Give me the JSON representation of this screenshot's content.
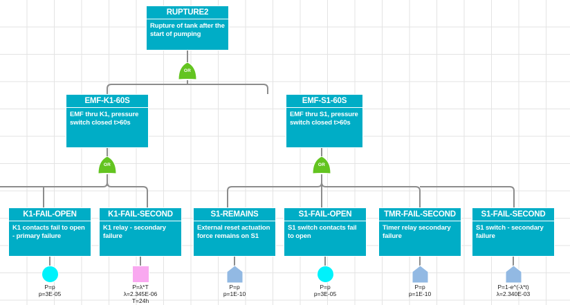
{
  "diagram": {
    "type": "fault-tree",
    "background": "#ffffff",
    "grid_color": "#e3e3e3",
    "node_color": "#00adc6",
    "gate_color": "#63c420",
    "line_color": "#8c8c8c"
  },
  "top_event": {
    "title": "RUPTURE2",
    "desc": "Rupture of tank after the start of pumping",
    "gate": "OR"
  },
  "intermediate_events": [
    {
      "title": "EMF-K1-60S",
      "desc": "EMF thru K1, pressure switch closed t>60s",
      "gate": "OR"
    },
    {
      "title": "EMF-S1-60S",
      "desc": "EMF thru S1, pressure switch closed t>60s",
      "gate": "OR"
    }
  ],
  "basic_events": [
    {
      "title": "K1-FAIL-OPEN",
      "desc": "K1 contacts fail to open - primary failure",
      "symbol": "circle",
      "symbol_color": "#00f2fb",
      "prob": "P=p\np=3E-05"
    },
    {
      "title": "K1-FAIL-SECOND",
      "desc": "K1 relay - secondary failure",
      "symbol": "square",
      "symbol_color": "#f9a8f0",
      "prob": "P=λ*T\nλ=2.345E-06\nT=24h"
    },
    {
      "title": "S1-REMAINS",
      "desc": "External reset actuation force remains on S1",
      "symbol": "house",
      "symbol_color": "#92b9e3",
      "prob": "P=p\np=1E-10"
    },
    {
      "title": "S1-FAIL-OPEN",
      "desc": "S1 switch contacts fail to open",
      "symbol": "circle",
      "symbol_color": "#00f2fb",
      "prob": "P=p\np=3E-05"
    },
    {
      "title": "TMR-FAIL-SECOND",
      "desc": "Timer relay secondary failure",
      "symbol": "house",
      "symbol_color": "#92b9e3",
      "prob": "P=p\np=1E-10"
    },
    {
      "title": "S1-FAIL-SECOND",
      "desc": "S1 switch - secondary failure",
      "symbol": "house",
      "symbol_color": "#92b9e3",
      "prob": "P=1-e^(-λ*t)\nλ=2.340E-03"
    }
  ],
  "gate_labels": {
    "or": "OR"
  }
}
